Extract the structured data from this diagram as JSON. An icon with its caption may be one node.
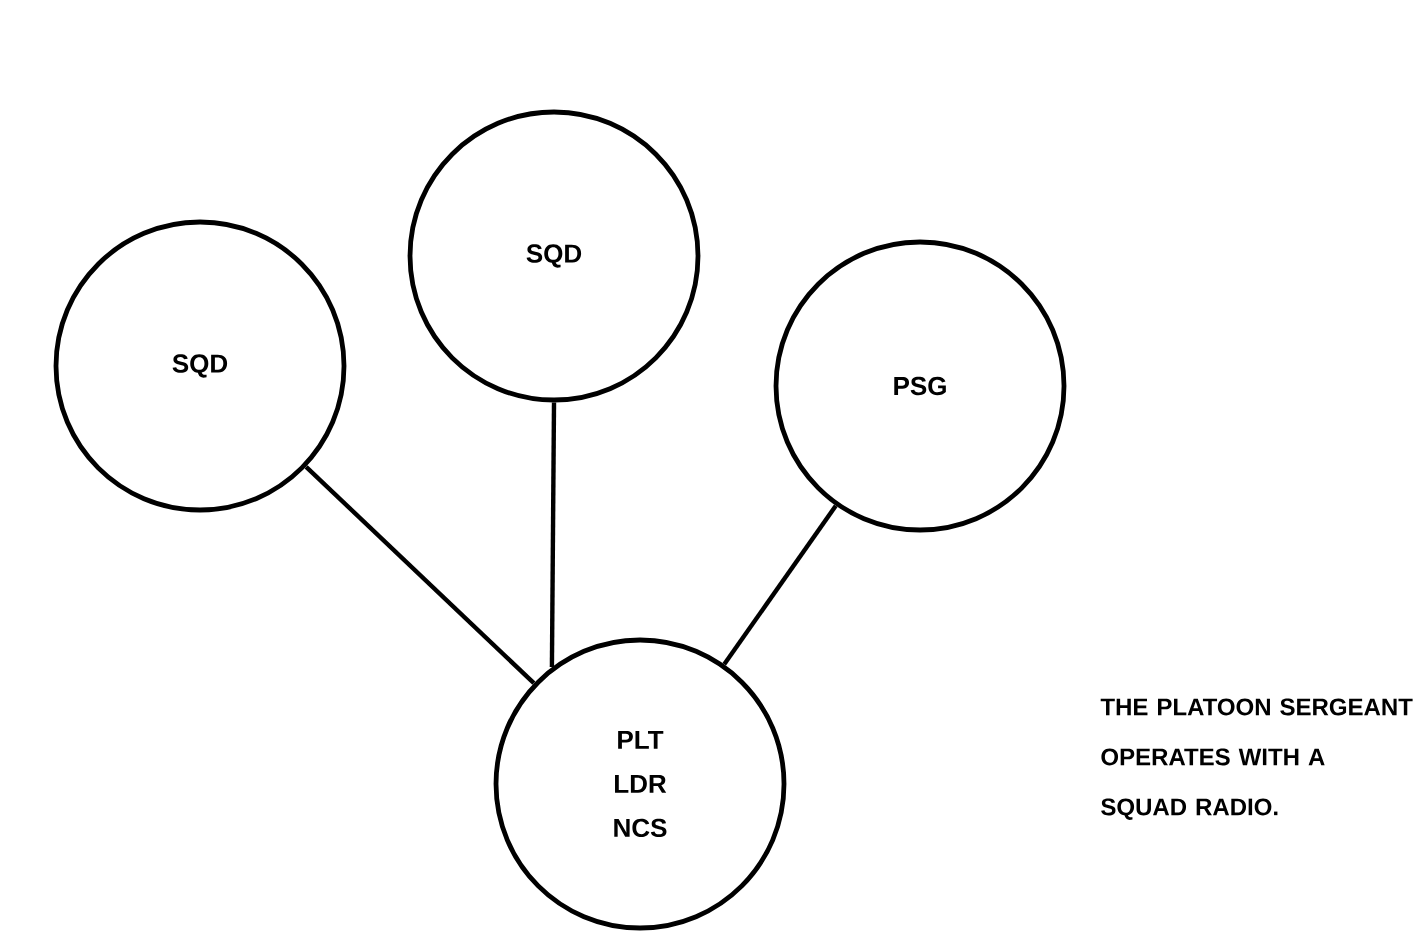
{
  "diagram": {
    "nodes": [
      {
        "text": [
          "SQD"
        ]
      },
      {
        "text": [
          "SQD"
        ]
      },
      {
        "text": [
          "PSG"
        ]
      },
      {
        "text": [
          "PLT LDR NCS"
        ]
      }
    ],
    "edges": [
      {
        "from": 0,
        "to": 3,
        "arrow": "none"
      },
      {
        "from": 1,
        "to": 3,
        "arrow": "none"
      },
      {
        "from": 2,
        "to": 3,
        "arrow": "none"
      }
    ],
    "labels": [
      "THE PLATOON SERGEANT OPERATES WITH A SQUAD RADIO."
    ]
  }
}
